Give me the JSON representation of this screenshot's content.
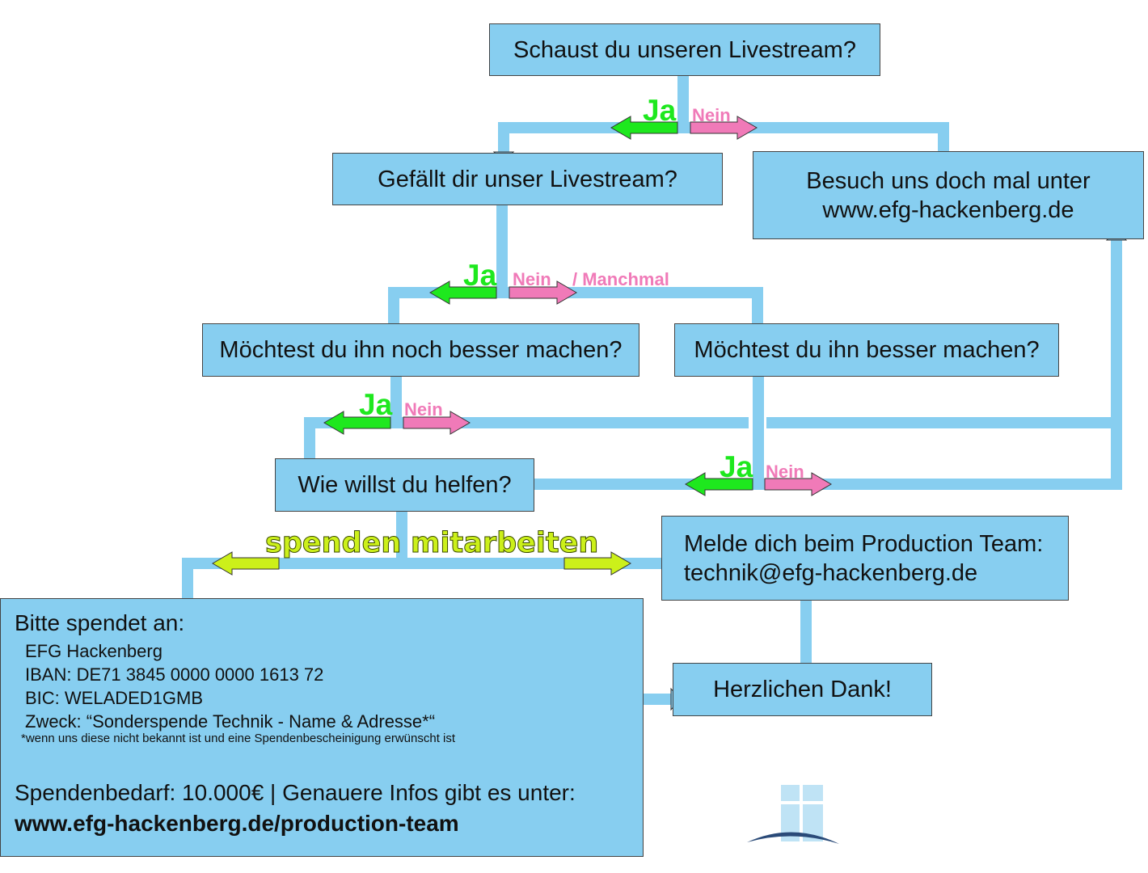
{
  "colors": {
    "box_fill": "#87cef0",
    "connector": "#87cef0",
    "yes_arrow": "#1ee81e",
    "no_arrow": "#f07ab8",
    "option_arrow": "#ccf01a"
  },
  "nodes": {
    "q_watch": "Schaust du unseren Livestream?",
    "visit_line1": "Besuch uns doch mal unter",
    "visit_line2": "www.efg-hackenberg.de",
    "q_like": "Gefällt dir unser Livestream?",
    "q_improve_more": "Möchtest du ihn noch besser machen?",
    "q_improve": "Möchtest du ihn besser machen?",
    "q_help": "Wie willst du helfen?",
    "contact_line1": "Melde dich beim Production Team:",
    "contact_line2": "technik@efg-hackenberg.de",
    "thanks": "Herzlichen Dank!"
  },
  "labels": {
    "ja": "Ja",
    "nein": "Nein",
    "manchmal": "/ Manchmal",
    "donate_option": "spenden",
    "work_option": "mitarbeiten"
  },
  "donation": {
    "heading": "Bitte spendet an:",
    "recipient": "EFG Hackenberg",
    "iban": "IBAN: DE71 3845 0000 0000 1613 72",
    "bic": "BIC: WELADED1GMB",
    "purpose": "Zweck: “Sonderspende Technik - Name & Adresse*“",
    "footnote": "*wenn uns diese nicht bekannt ist und eine Spendenbescheinigung erwünscht ist",
    "need": "Spendenbedarf: 10.000€ | Genauere Infos gibt es unter:",
    "url": "www.efg-hackenberg.de/production-team"
  },
  "logo": "church-window-logo"
}
